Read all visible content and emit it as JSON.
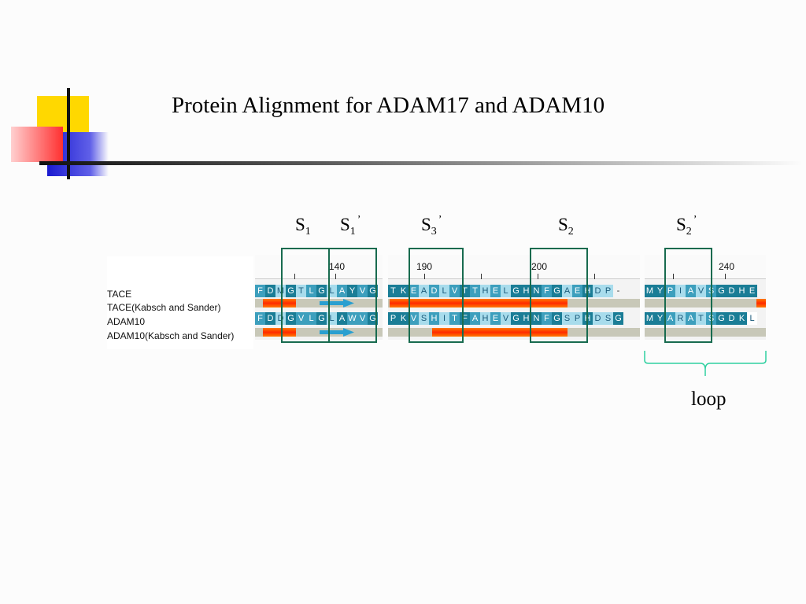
{
  "slide": {
    "title": "Protein Alignment for ADAM17 and ADAM10",
    "loop_label": "loop"
  },
  "site_labels": [
    {
      "base": "S",
      "sub": "1",
      "prime": ""
    },
    {
      "base": "S",
      "sub": "1",
      "prime": "’"
    },
    {
      "base": "S",
      "sub": "3",
      "prime": "’"
    },
    {
      "base": "S",
      "sub": "2",
      "prime": ""
    },
    {
      "base": "S",
      "sub": "2",
      "prime": "’"
    }
  ],
  "row_labels": [
    "TACE",
    "TACE(Kabsch and Sander)",
    "ADAM10",
    "ADAM10(Kabsch and Sander)"
  ],
  "ruler_numbers": [
    "140",
    "190",
    "200",
    "240"
  ],
  "panels": [
    {
      "tace": "FDMGTLGLAYVG",
      "adam10": "FDDGVLGLAWVG",
      "tace_colors": [
        "m",
        "d",
        "l",
        "d",
        "l",
        "m",
        "d",
        "l",
        "m",
        "d",
        "m",
        "d"
      ],
      "adam10_colors": [
        "m",
        "d",
        "l",
        "d",
        "m",
        "m",
        "d",
        "l",
        "d",
        "m",
        "m",
        "d"
      ]
    },
    {
      "tace": "TKEADLVTTHELGHNFGAEHDP-",
      "adam10": "PKVSHITFAHEVGHNFGSPHDSG",
      "tace_colors": [
        "d",
        "d",
        "m",
        "l",
        "m",
        "l",
        "m",
        "d",
        "m",
        "l",
        "m",
        "l",
        "d",
        "d",
        "d",
        "m",
        "d",
        "l",
        "m",
        "d",
        "l",
        "l",
        "n"
      ],
      "adam10_colors": [
        "d",
        "d",
        "m",
        "l",
        "m",
        "l",
        "m",
        "d",
        "m",
        "l",
        "m",
        "l",
        "d",
        "d",
        "d",
        "m",
        "d",
        "l",
        "l",
        "d",
        "l",
        "l",
        "d"
      ]
    },
    {
      "tace": "MYPIAVSGDHE",
      "adam10": "MYARATSGDKL",
      "tace_colors": [
        "d",
        "d",
        "m",
        "l",
        "m",
        "l",
        "m",
        "d",
        "d",
        "d",
        "d"
      ],
      "adam10_colors": [
        "d",
        "d",
        "m",
        "l",
        "m",
        "l",
        "m",
        "d",
        "d",
        "d",
        "w"
      ]
    }
  ],
  "colors": {
    "dark_teal": "#1a7d96",
    "mid_teal": "#3d9fbd",
    "light_cyan": "#a8dcec",
    "helix_orange": "#ff3300",
    "strand_blue": "#2a9fd0",
    "site_box": "#186b4f",
    "loop_brace": "#2fd0a0"
  }
}
